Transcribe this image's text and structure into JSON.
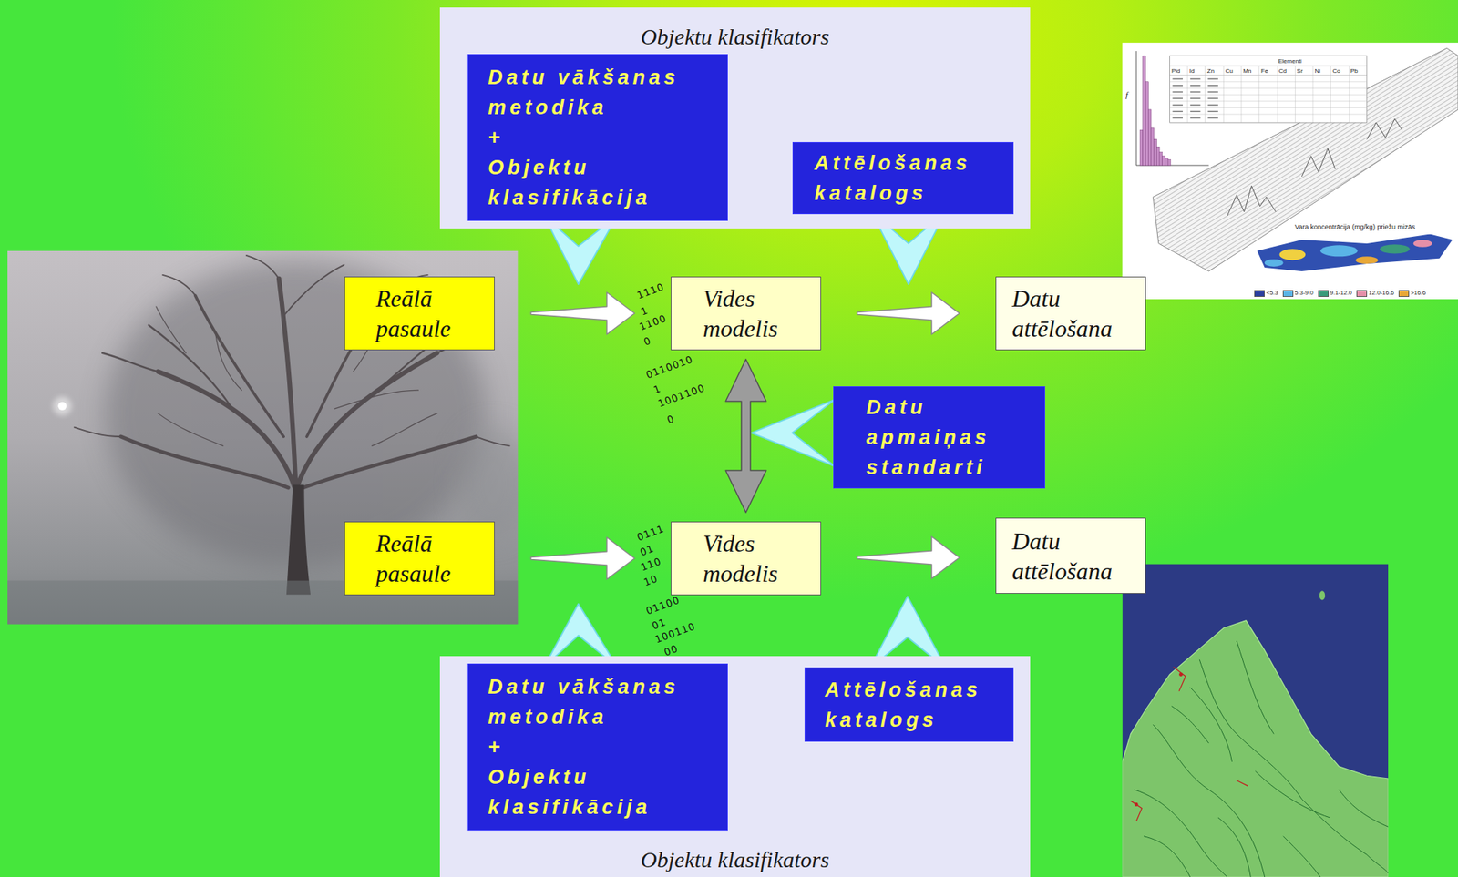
{
  "diagram": {
    "nodes": [
      {
        "text": [
          "Objektu klasifikators"
        ]
      },
      {
        "text": [
          "Datu vākšanas metodika",
          "+",
          "Objektu klasifikācija"
        ],
        "in": 0
      },
      {
        "text": [
          "Attēlošanas katalogs"
        ],
        "in": 0
      },
      {
        "text": [
          "Reālā pasaule"
        ]
      },
      {
        "text": [
          "Vides modelis"
        ]
      },
      {
        "text": [
          "Datu attēlošana"
        ]
      },
      {
        "text": [
          "Datu apmaiņas standarti"
        ]
      },
      {
        "text": [
          "Reālā pasaule"
        ]
      },
      {
        "text": [
          "Vides modelis"
        ]
      },
      {
        "text": [
          "Datu attēlošana"
        ]
      },
      {
        "text": [
          "Objektu klasifikators"
        ]
      },
      {
        "text": [
          "Datu vākšanas metodika",
          "+",
          "Objektu klasifikācija"
        ],
        "in": 10
      },
      {
        "text": [
          "Attēlošanas katalogs"
        ],
        "in": 10
      }
    ],
    "edges": [
      {
        "from": 3,
        "to": 4,
        "arrow": "to"
      },
      {
        "from": 4,
        "to": 5,
        "arrow": "to"
      },
      {
        "from": 4,
        "to": 8,
        "arrow": "both"
      },
      {
        "from": 7,
        "to": 8,
        "arrow": "to"
      },
      {
        "from": 8,
        "to": 9,
        "arrow": "to"
      }
    ],
    "labels": [
      "1110",
      "1",
      "1100",
      "0",
      "0110010",
      "1",
      "1001100",
      "0",
      "0111",
      "01",
      "110",
      "10",
      "01100",
      "01",
      "100110",
      "00",
      "f",
      "Elementi",
      "Pid",
      "Id",
      "Zn",
      "Cu",
      "Mn",
      "Fe",
      "Cd",
      "Sr",
      "Ni",
      "Co",
      "Pb",
      "Vara koncentrācija (mg/kg) priežu mizās"
    ],
    "legend": [
      {
        "text": "<5.3",
        "color": "#2b3f9e"
      },
      {
        "text": "5.3-9.0",
        "color": "#5ab4e6"
      },
      {
        "text": "9.1-12.0",
        "color": "#3a9a7a"
      },
      {
        "text": "12.0-16.6",
        "color": "#e590a8"
      },
      {
        "text": ">16.6",
        "color": "#e8a838"
      }
    ]
  }
}
